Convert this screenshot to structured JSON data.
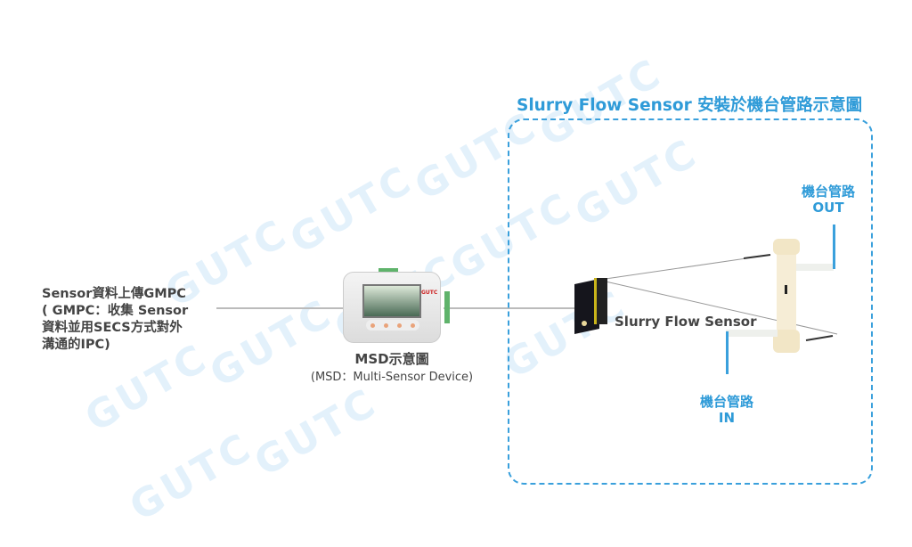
{
  "watermarks": [
    "GUTC",
    "GUTC",
    "GUTC",
    "GUTC",
    "GUTC",
    "GUTC",
    "GUTC",
    "GUTC",
    "GUTC",
    "GUTC",
    "GUTC",
    "GUTC"
  ],
  "left_note": {
    "lines": [
      "Sensor資料上傳GMPC",
      "( GMPC：收集 Sensor",
      "資料並用SECS方式對外",
      "溝通的IPC)"
    ]
  },
  "msd": {
    "title": "MSD示意圖",
    "subtitle": "(MSD：Multi-Sensor Device)",
    "logo": "GUTC"
  },
  "install": {
    "title": "Slurry Flow Sensor 安裝於機台管路示意圖",
    "sensor_label": "Slurry Flow Sensor",
    "out_label": "機台管路",
    "out_sub": "OUT",
    "in_label": "機台管路",
    "in_sub": "IN"
  },
  "colors": {
    "accent": "#2f9bd8",
    "text": "#444444"
  }
}
